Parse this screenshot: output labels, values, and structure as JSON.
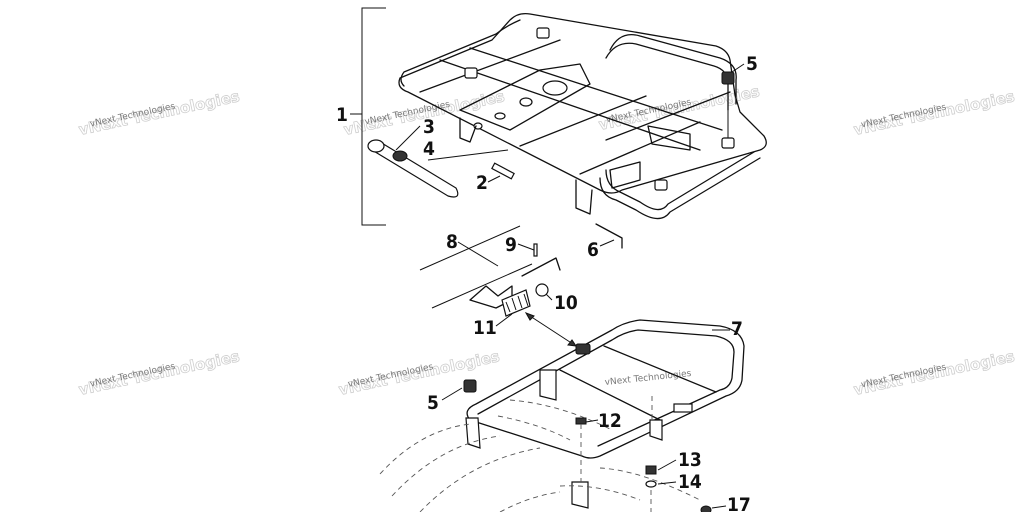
{
  "callouts": {
    "c1": "1",
    "c2": "2",
    "c3": "3",
    "c4": "4",
    "c5a": "5",
    "c5b": "5",
    "c6": "6",
    "c7": "7",
    "c8": "8",
    "c9": "9",
    "c10": "10",
    "c11": "11",
    "c12": "12",
    "c13": "13",
    "c14": "14",
    "c17": "17"
  },
  "watermark": {
    "text": "vNext Technologies"
  }
}
